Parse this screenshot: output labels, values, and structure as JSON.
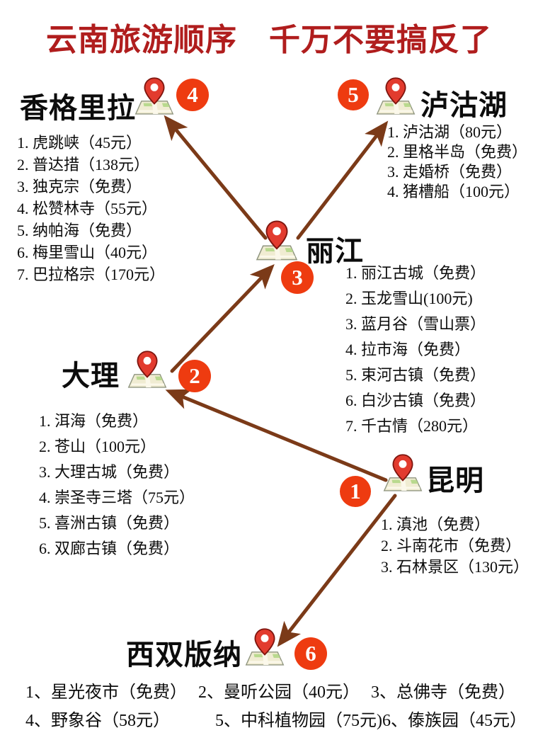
{
  "title": "云南旅游顺序　千万不要搞反了",
  "colors": {
    "title_red": "#b01d1d",
    "badge_orange": "#ee3b10",
    "arrow_brown": "#7b3a18",
    "pin_red": "#e23b2e",
    "map_cream": "#f0ecd2",
    "map_green": "#b9d98e"
  },
  "locations": {
    "shangrila": {
      "name": "香格里拉",
      "order": "4",
      "items": [
        "1. 虎跳峡（45元）",
        "2. 普达措（138元）",
        "3. 独克宗（免费）",
        "4. 松赞林寺（55元）",
        "5. 纳帕海（免费）",
        "6. 梅里雪山（40元）",
        "7. 巴拉格宗（170元）"
      ]
    },
    "lugu": {
      "name": "泸沽湖",
      "order": "5",
      "items": [
        "1. 泸沽湖（80元）",
        "2. 里格半岛（免费）",
        "3. 走婚桥（免费）",
        "4. 猪槽船（100元）"
      ]
    },
    "lijiang": {
      "name": "丽江",
      "order": "3",
      "items": [
        "1. 丽江古城（免费）",
        "2. 玉龙雪山(100元)",
        "3. 蓝月谷（雪山票）",
        "4. 拉市海（免费）",
        "5. 束河古镇（免费）",
        "6. 白沙古镇（免费）",
        "7. 千古情（280元）"
      ]
    },
    "dali": {
      "name": "大理",
      "order": "2",
      "items": [
        "1. 洱海（免费）",
        "2. 苍山（100元）",
        "3. 大理古城（免费）",
        "4. 崇圣寺三塔（75元）",
        "5. 喜洲古镇（免费）",
        "6. 双廊古镇（免费）"
      ]
    },
    "kunming": {
      "name": "昆明",
      "order": "1",
      "items": [
        "1. 滇池（免费）",
        "2. 斗南花市（免费）",
        "3. 石林景区（130元）"
      ]
    },
    "xishuangbanna": {
      "name": "西双版纳",
      "order": "6",
      "row1": [
        "1、星光夜市（免费）",
        "2、曼听公园（40元）",
        "3、总佛寺（免费）"
      ],
      "row2": [
        "4、野象谷（58元）",
        "5、中科植物园（75元)",
        "6、傣族园（45元）"
      ]
    }
  }
}
